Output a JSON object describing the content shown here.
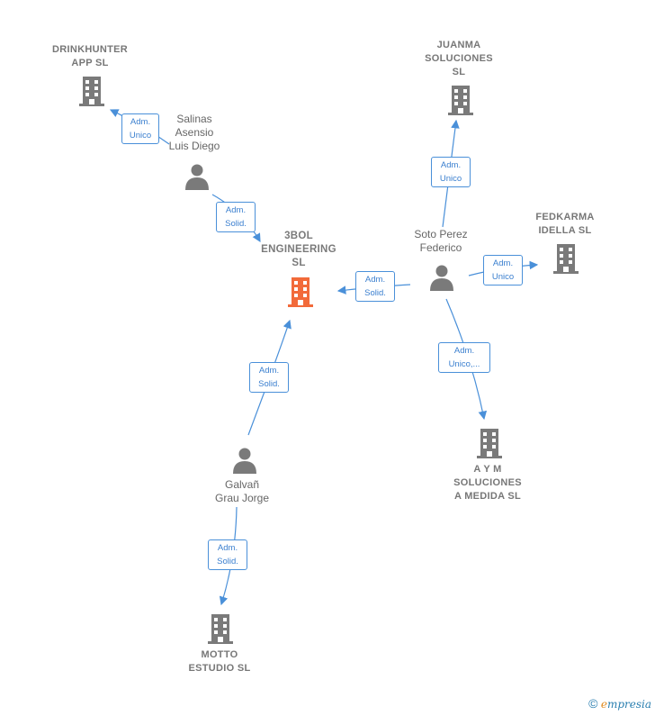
{
  "companies": {
    "drinkhunter": "DRINKHUNTER\nAPP  SL",
    "juanma": "JUANMA\nSOLUCIONES\nSL",
    "fedkarma": "FEDKARMA\nIDELLA  SL",
    "main": "3BOL\nENGINEERING\nSL",
    "aym": "A Y M\nSOLUCIONES\nA MEDIDA  SL",
    "motto": "MOTTO\nESTUDIO  SL"
  },
  "persons": {
    "salinas": "Salinas\nAsensio\nLuis Diego",
    "soto": "Soto Perez\nFederico",
    "galvan": "Galvañ\nGrau Jorge"
  },
  "roles": {
    "r1": "Adm.\nUnico",
    "r2": "Adm.\nSolid.",
    "r3": "Adm.\nUnico",
    "r4": "Adm.\nSolid.",
    "r5": "Adm.\nUnico",
    "r6": "Adm.\nUnico,...",
    "r7": "Adm.\nSolid.",
    "r8": "Adm.\nSolid."
  },
  "colors": {
    "main_company": "#f26a3a",
    "company": "#7a7a7a",
    "person": "#7a7a7a",
    "edge": "#4a90d9"
  },
  "footer": {
    "copyright": "©",
    "brand_initial": "e",
    "brand_rest": "mpresia"
  }
}
